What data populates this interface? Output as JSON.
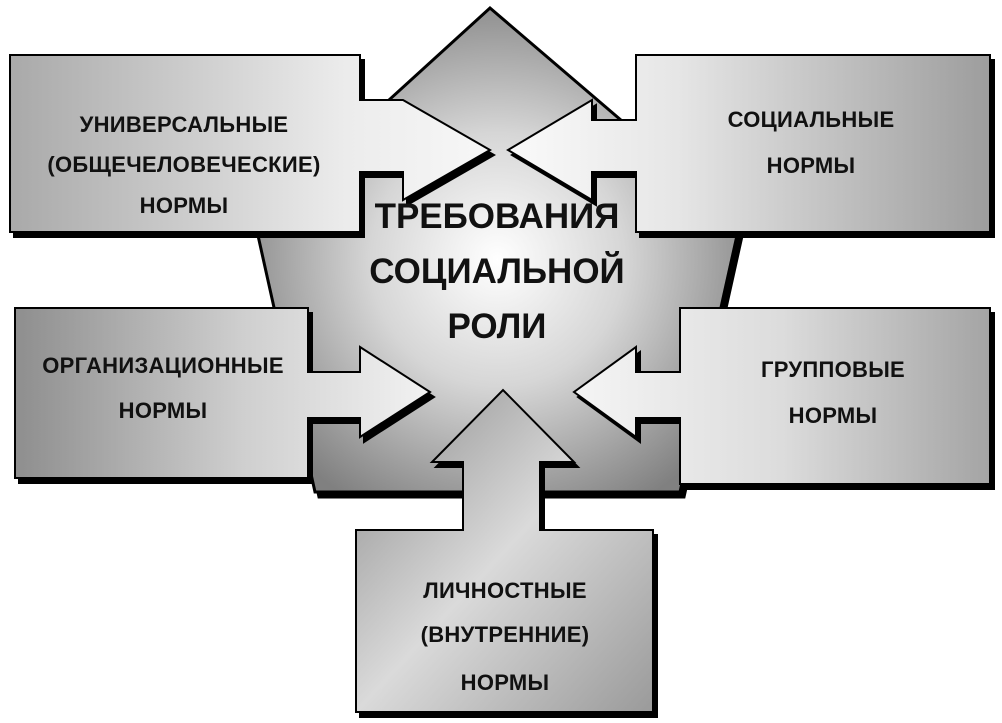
{
  "center": {
    "lines": [
      "ТРЕБОВАНИЯ",
      "СОЦИАЛЬНОЙ",
      "РОЛИ"
    ]
  },
  "boxes": {
    "universal": {
      "lines": [
        "УНИВЕРСАЛЬНЫЕ",
        "(ОБЩЕЧЕЛОВЕЧЕСКИЕ)",
        "НОРМЫ"
      ]
    },
    "social": {
      "lines": [
        "СОЦИАЛЬНЫЕ",
        "НОРМЫ"
      ]
    },
    "organizational": {
      "lines": [
        "ОРГАНИЗАЦИОННЫЕ",
        "НОРМЫ"
      ]
    },
    "group": {
      "lines": [
        "ГРУППОВЫЕ",
        "НОРМЫ"
      ]
    },
    "personal": {
      "lines": [
        "ЛИЧНОСТНЫЕ",
        "(ВНУТРЕННИЕ)",
        "НОРМЫ"
      ]
    }
  },
  "colors": {
    "outline": "#000000",
    "text": "#111111"
  }
}
